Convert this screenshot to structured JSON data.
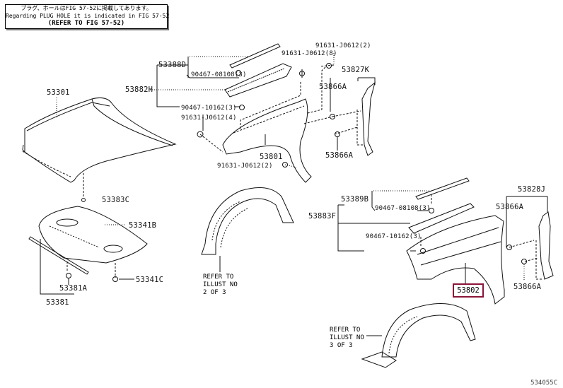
{
  "note": {
    "line1": "プラグ、ホールはFIG 57-52に掲載してあります。",
    "line2": "Regarding PLUG HOLE it is indicated in FIG 57-52",
    "line3": "(REFER TO FIG 57-52)"
  },
  "parts": {
    "hood": "53301",
    "hood_cushion": "53383C",
    "hood_insulator": "53341B",
    "insulator_clip": "53341C",
    "hood_seal_clip": "53381A",
    "hood_seal": "53381",
    "seal_set_lh": "53882H",
    "seal_lh": "53388D",
    "clip_08108_lh": "90467-08108(3)",
    "clip_10162_lh": "90467-10162(3)",
    "screw_4": "91631-J0612(4)",
    "screw_8": "91631-J0612(8)",
    "screw_2_top": "91631-J0612(2)",
    "screw_2_bottom": "91631-J0612(2)",
    "fender_lh": "53801",
    "shield_lh": "53827K",
    "shield_clip_lh_top": "53866A",
    "shield_clip_lh_bottom": "53866A",
    "seal_set_rh": "53883F",
    "seal_rh": "53389B",
    "clip_08108_rh": "90467-08108(3)",
    "clip_10162_rh": "90467-10162(3)",
    "shield_rh": "53828J",
    "shield_clip_rh_top": "53866A",
    "shield_clip_rh_bottom": "53866A",
    "fender_rh": "53802"
  },
  "refer_lh": "REFER TO\nILLUST NO\n2 OF 3",
  "refer_rh": "REFER TO\nILLUST NO\n3 OF 3",
  "figure_id": "534055C",
  "highlight_color": "#8a1538"
}
